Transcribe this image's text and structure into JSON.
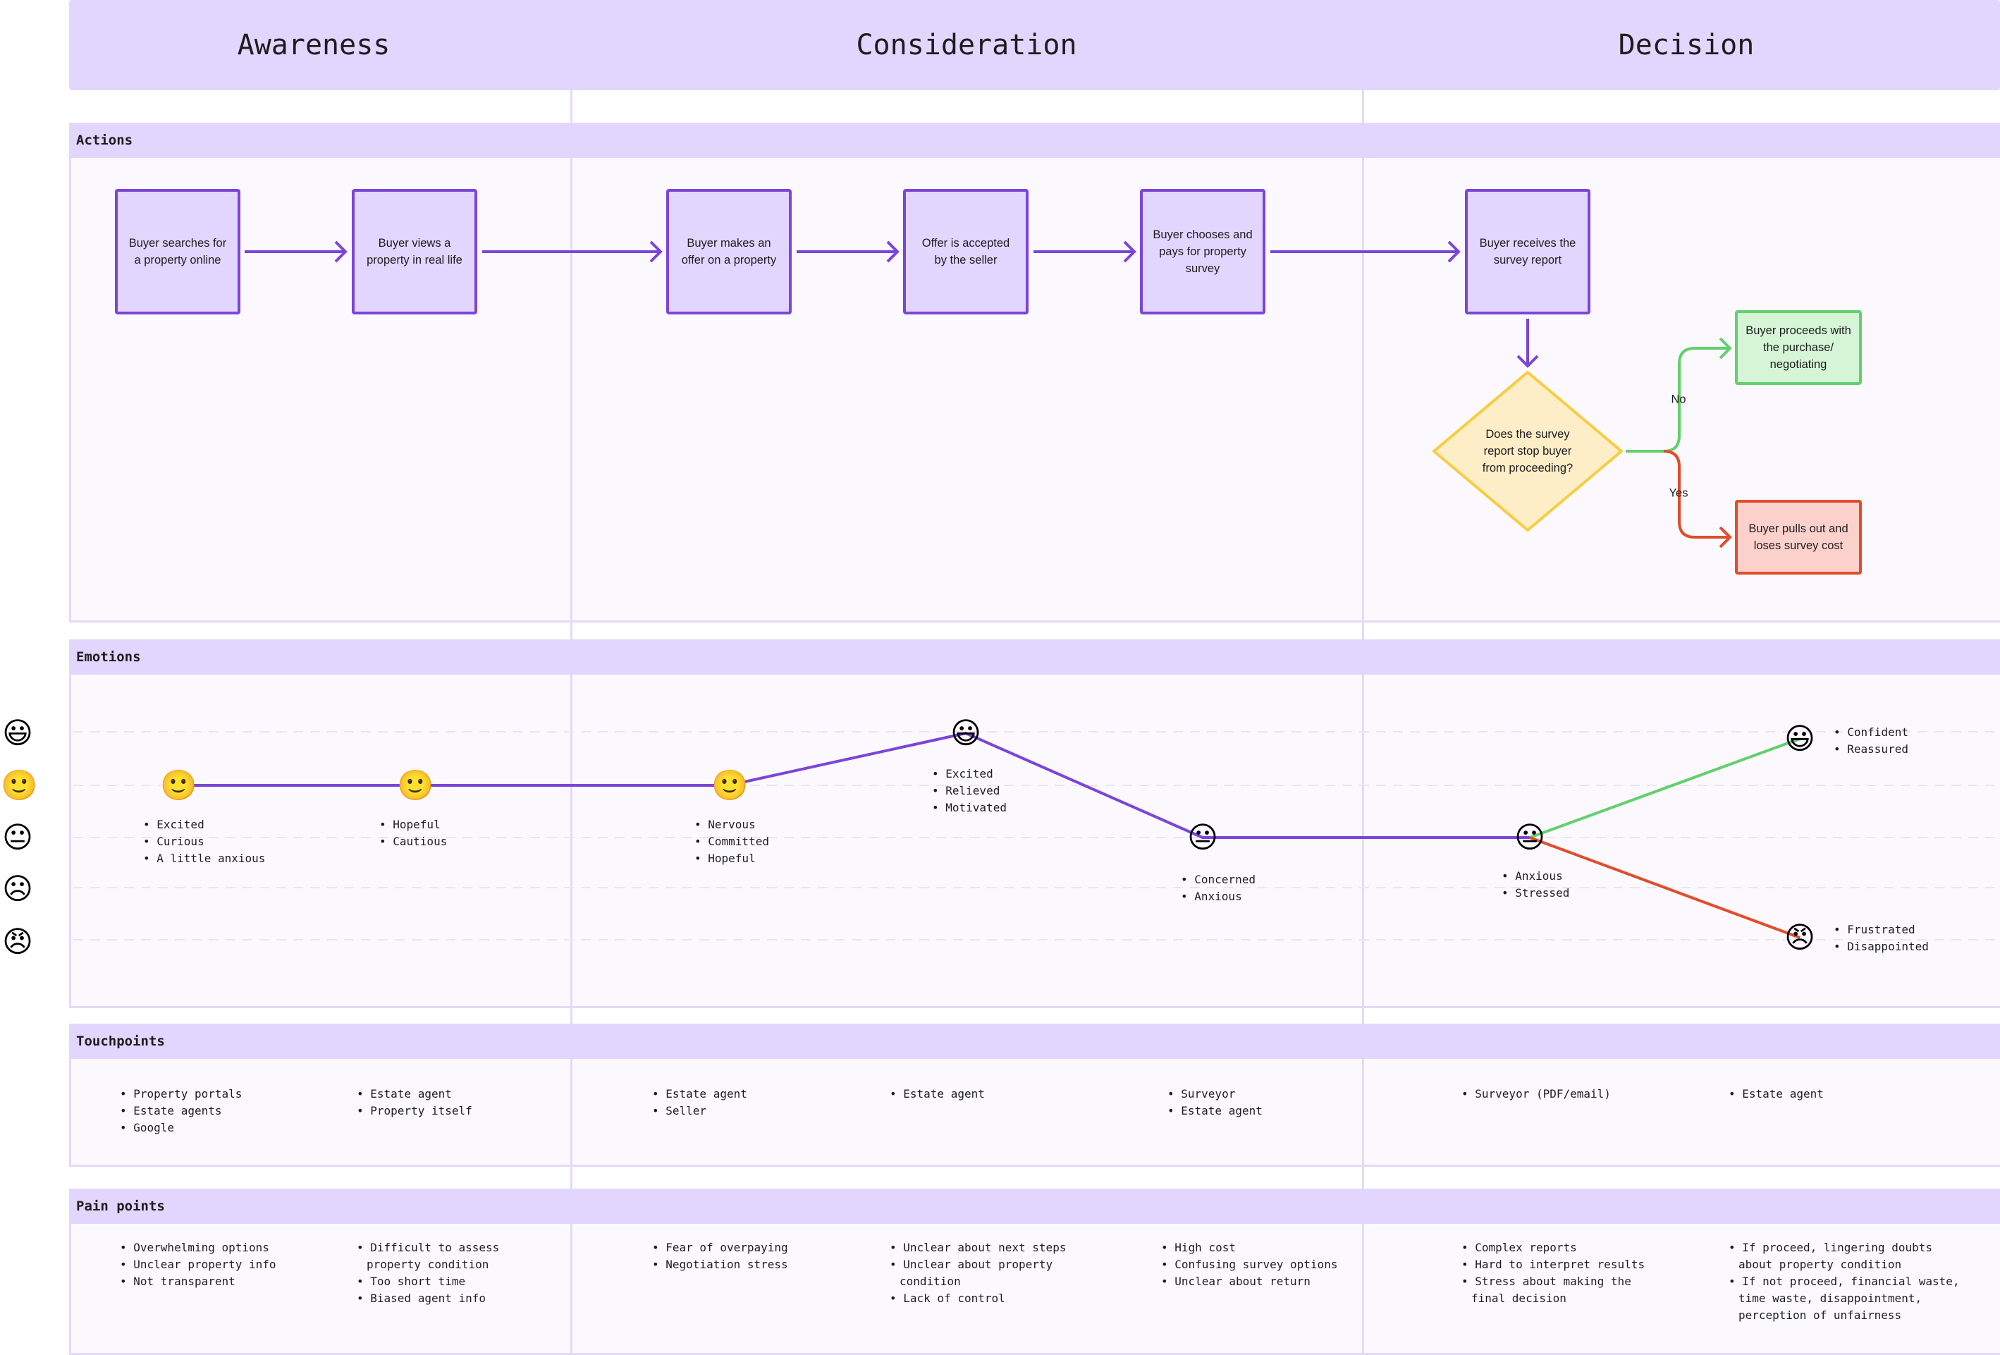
{
  "phases": [
    "Awareness",
    "Consideration",
    "Decision"
  ],
  "sections": {
    "actions": "Actions",
    "emotions": "Emotions",
    "touchpoints": "Touchpoints",
    "pain_points": "Pain points"
  },
  "actions": {
    "steps": [
      "Buyer searches for a property online",
      "Buyer views a property in real life",
      "Buyer makes an offer on a property",
      "Offer is accepted by the seller",
      "Buyer chooses and pays for property survey",
      "Buyer receives the survey report"
    ],
    "decision": "Does the survey report stop buyer from proceeding?",
    "no_label": "No",
    "yes_label": "Yes",
    "no_outcome": "Buyer proceeds with the purchase/ negotiating",
    "yes_outcome": "Buyer pulls out and loses survey cost"
  },
  "emotions": {
    "scale": [
      "very-happy",
      "happy",
      "neutral",
      "sad",
      "angry"
    ],
    "points": [
      {
        "level": "happy",
        "labels": [
          "Excited",
          "Curious",
          "A little anxious"
        ]
      },
      {
        "level": "happy",
        "labels": [
          "Hopeful",
          "Cautious"
        ]
      },
      {
        "level": "happy",
        "labels": [
          "Nervous",
          "Committed",
          "Hopeful"
        ]
      },
      {
        "level": "very-happy",
        "labels": [
          "Excited",
          "Relieved",
          "Motivated"
        ]
      },
      {
        "level": "neutral",
        "labels": [
          "Concerned",
          "Anxious"
        ]
      },
      {
        "level": "neutral",
        "labels": [
          "Anxious",
          "Stressed"
        ]
      },
      {
        "level": "very-happy",
        "labels": [
          "Confident",
          "Reassured"
        ]
      },
      {
        "level": "angry",
        "labels": [
          "Frustrated",
          "Disappointed"
        ]
      }
    ]
  },
  "touchpoints": [
    [
      "Property portals",
      "Estate agents",
      "Google"
    ],
    [
      "Estate agent",
      "Property itself"
    ],
    [
      "Estate agent",
      "Seller"
    ],
    [
      "Estate agent"
    ],
    [
      "Surveyor",
      "Estate agent"
    ],
    [
      "Surveyor (PDF/email)"
    ],
    [
      "Estate agent"
    ]
  ],
  "pain_points": [
    [
      "Overwhelming options",
      "Unclear property info",
      "Not transparent"
    ],
    [
      "Difficult to assess property condition",
      "Too short time",
      "Biased agent info"
    ],
    [
      "Fear of overpaying",
      "Negotiation stress"
    ],
    [
      "Unclear about next steps",
      "Unclear about property condition",
      "Lack of control"
    ],
    [
      "High cost",
      "Confusing survey options",
      "Unclear about return"
    ],
    [
      "Complex reports",
      "Hard to interpret results",
      "Stress about making the final decision"
    ],
    [
      "If proceed, lingering doubts about property condition",
      "If not proceed, financial waste, time waste, disappointment, perception of unfairness"
    ]
  ],
  "colors": {
    "purple": "#7b45d9",
    "lavender": "#e3d6fe",
    "green": "#62d06e",
    "red": "#e14d2c",
    "yellow": "#f7cd42"
  }
}
